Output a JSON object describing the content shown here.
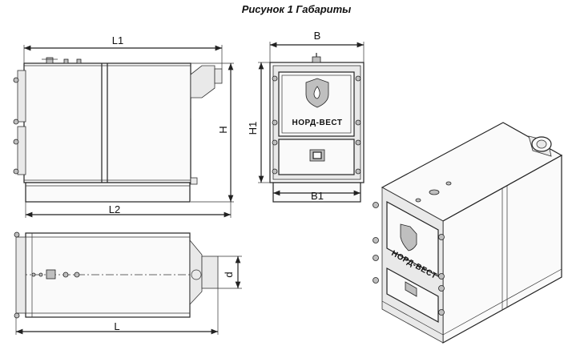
{
  "caption": "Рисунок 1 Габариты",
  "dimensions": {
    "L1": "L1",
    "L2": "L2",
    "L": "L",
    "H": "H",
    "H1": "H1",
    "B": "B",
    "B1": "B1",
    "d": "d"
  },
  "brand": {
    "front_view_text": "НОРД-ВЕСТ",
    "iso_view_text": "НОРД-ВЕСТ"
  }
}
